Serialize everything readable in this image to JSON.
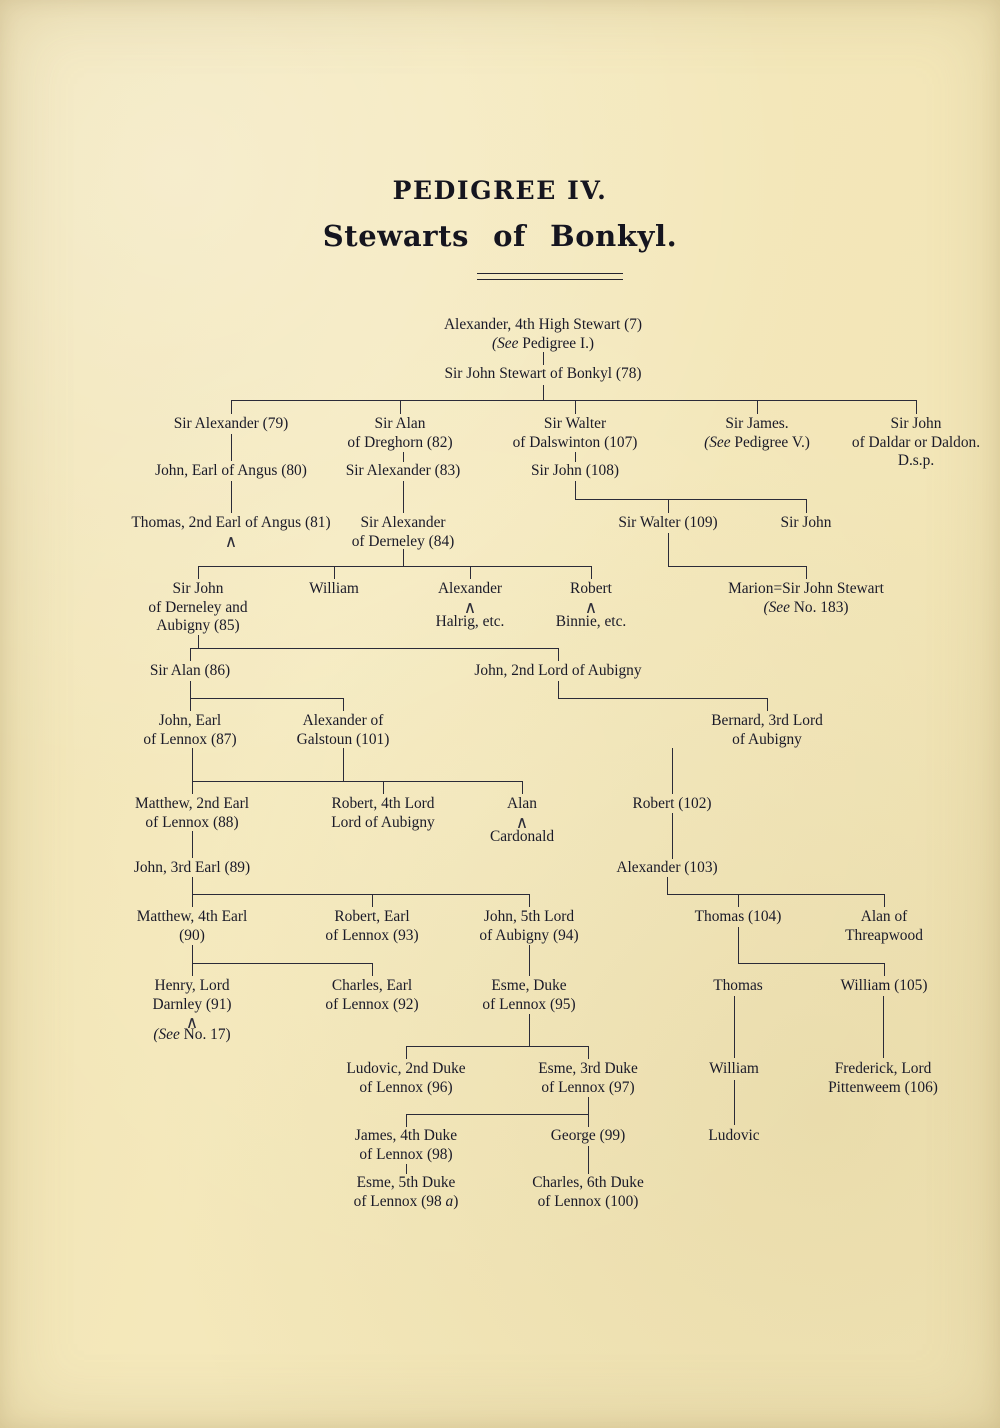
{
  "document": {
    "pedigree_number": "PEDIGREE IV.",
    "title_words": [
      "Stewarts",
      "of",
      "Bonkyl."
    ],
    "paper_color": "#f4e8bb",
    "ink_color": "#1a1a28"
  },
  "nodes": {
    "alexander_4th_high_stewart": {
      "line1": "Alexander, 4th High Stewart (7)",
      "line2_italic": "(See",
      "line2_rest": " Pedigree I.)"
    },
    "sir_john_stewart_bonkyl": {
      "line1": "Sir John Stewart of Bonkyl (78)"
    },
    "sir_alexander_79": {
      "line1": "Sir Alexander (79)"
    },
    "sir_alan_dreghorn": {
      "line1": "Sir Alan",
      "line2": "of Dreghorn (82)"
    },
    "sir_walter_dalswinton": {
      "line1": "Sir Walter",
      "line2": "of Dalswinton (107)"
    },
    "sir_james": {
      "line1": "Sir James.",
      "line2_italic": "(See",
      "line2_rest": " Pedigree V.)"
    },
    "sir_john_daldar": {
      "line1": "Sir John",
      "line2": "of Daldar or Daldon.",
      "line3": "D.s.p."
    },
    "john_earl_angus_80": {
      "line1": "John, Earl of Angus (80)"
    },
    "sir_alexander_83": {
      "line1": "Sir Alexander (83)"
    },
    "sir_john_108": {
      "line1": "Sir John (108)"
    },
    "thomas_2nd_earl_angus_81": {
      "line1": "Thomas, 2nd Earl of Angus (81)"
    },
    "sir_alexander_derneley_84": {
      "line1": "Sir Alexander",
      "line2": "of Derneley (84)"
    },
    "sir_walter_109": {
      "line1": "Sir Walter (109)"
    },
    "sir_john_no_num": {
      "line1": "Sir John"
    },
    "sir_john_derneley_85": {
      "line1": "Sir John",
      "line2": "of Derneley and",
      "line3": "Aubigny (85)"
    },
    "william_d84": {
      "line1": "William"
    },
    "alexander_halrig": {
      "line1": "Alexander"
    },
    "halrig_etc": {
      "line1": "Halrig, etc."
    },
    "robert_binnie": {
      "line1": "Robert"
    },
    "binnie_etc": {
      "line1": "Binnie, etc."
    },
    "marion_marriage": {
      "line1_a": "Marion",
      "equals": "=",
      "line1_b": "Sir John Stewart",
      "line2_italic": "(See",
      "line2_rest": " No. 183)"
    },
    "sir_alan_86": {
      "line1": "Sir Alan (86)"
    },
    "john_2nd_lord_aubigny": {
      "line1": "John, 2nd Lord of Aubigny"
    },
    "john_earl_lennox_87": {
      "line1": "John, Earl",
      "line2": "of Lennox (87)"
    },
    "alexander_galstoun_101": {
      "line1": "Alexander of",
      "line2": "Galstoun (101)"
    },
    "bernard_3rd_lord_aubigny": {
      "line1": "Bernard, 3rd Lord",
      "line2": "of Aubigny"
    },
    "matthew_2nd_earl_lennox_88": {
      "line1": "Matthew, 2nd Earl",
      "line2": "of Lennox (88)"
    },
    "robert_4th_lord_aubigny": {
      "line1": "Robert, 4th Lord",
      "line2": "Lord of Aubigny"
    },
    "alan_cardonald": {
      "line1": "Alan"
    },
    "cardonald": {
      "line1": "Cardonald"
    },
    "robert_102": {
      "line1": "Robert (102)"
    },
    "john_3rd_earl_89": {
      "line1": "John, 3rd Earl (89)"
    },
    "alexander_103": {
      "line1": "Alexander (103)"
    },
    "matthew_4th_earl_90": {
      "line1": "Matthew, 4th Earl",
      "line2": "(90)"
    },
    "robert_earl_lennox_93": {
      "line1": "Robert, Earl",
      "line2": "of Lennox (93)"
    },
    "john_5th_lord_aubigny_94": {
      "line1": "John, 5th Lord",
      "line2": "of Aubigny (94)"
    },
    "thomas_104": {
      "line1": "Thomas (104)"
    },
    "alan_threapwood": {
      "line1": "Alan of",
      "line2": "Threapwood"
    },
    "henry_lord_darnley_91": {
      "line1": "Henry, Lord",
      "line2": "Darnley (91)"
    },
    "see_no_17": {
      "line2_italic": "(See",
      "line2_rest": " No. 17)"
    },
    "charles_earl_lennox_92": {
      "line1": "Charles, Earl",
      "line2": "of Lennox (92)"
    },
    "esme_duke_lennox_95": {
      "line1": "Esme, Duke",
      "line2": "of Lennox (95)"
    },
    "thomas_child": {
      "line1": "Thomas"
    },
    "william_105": {
      "line1": "William (105)"
    },
    "ludovic_2nd_duke_96": {
      "line1": "Ludovic, 2nd Duke",
      "line2": "of Lennox (96)"
    },
    "esme_3rd_duke_97": {
      "line1": "Esme, 3rd Duke",
      "line2": "of Lennox (97)"
    },
    "william_child": {
      "line1": "William"
    },
    "frederick_pittenweem_106": {
      "line1": "Frederick, Lord",
      "line2": "Pittenweem (106)"
    },
    "james_4th_duke_98": {
      "line1": "James, 4th Duke",
      "line2": "of Lennox (98)"
    },
    "george_99": {
      "line1": "George (99)"
    },
    "ludovic_child": {
      "line1": "Ludovic"
    },
    "esme_5th_duke_98a": {
      "line1": "Esme, 5th Duke",
      "line2_pre": "of Lennox (98 ",
      "line2_italic": "a",
      "line2_post": ")"
    },
    "charles_6th_duke_100": {
      "line1": "Charles, 6th Duke",
      "line2": "of Lennox (100)"
    }
  }
}
